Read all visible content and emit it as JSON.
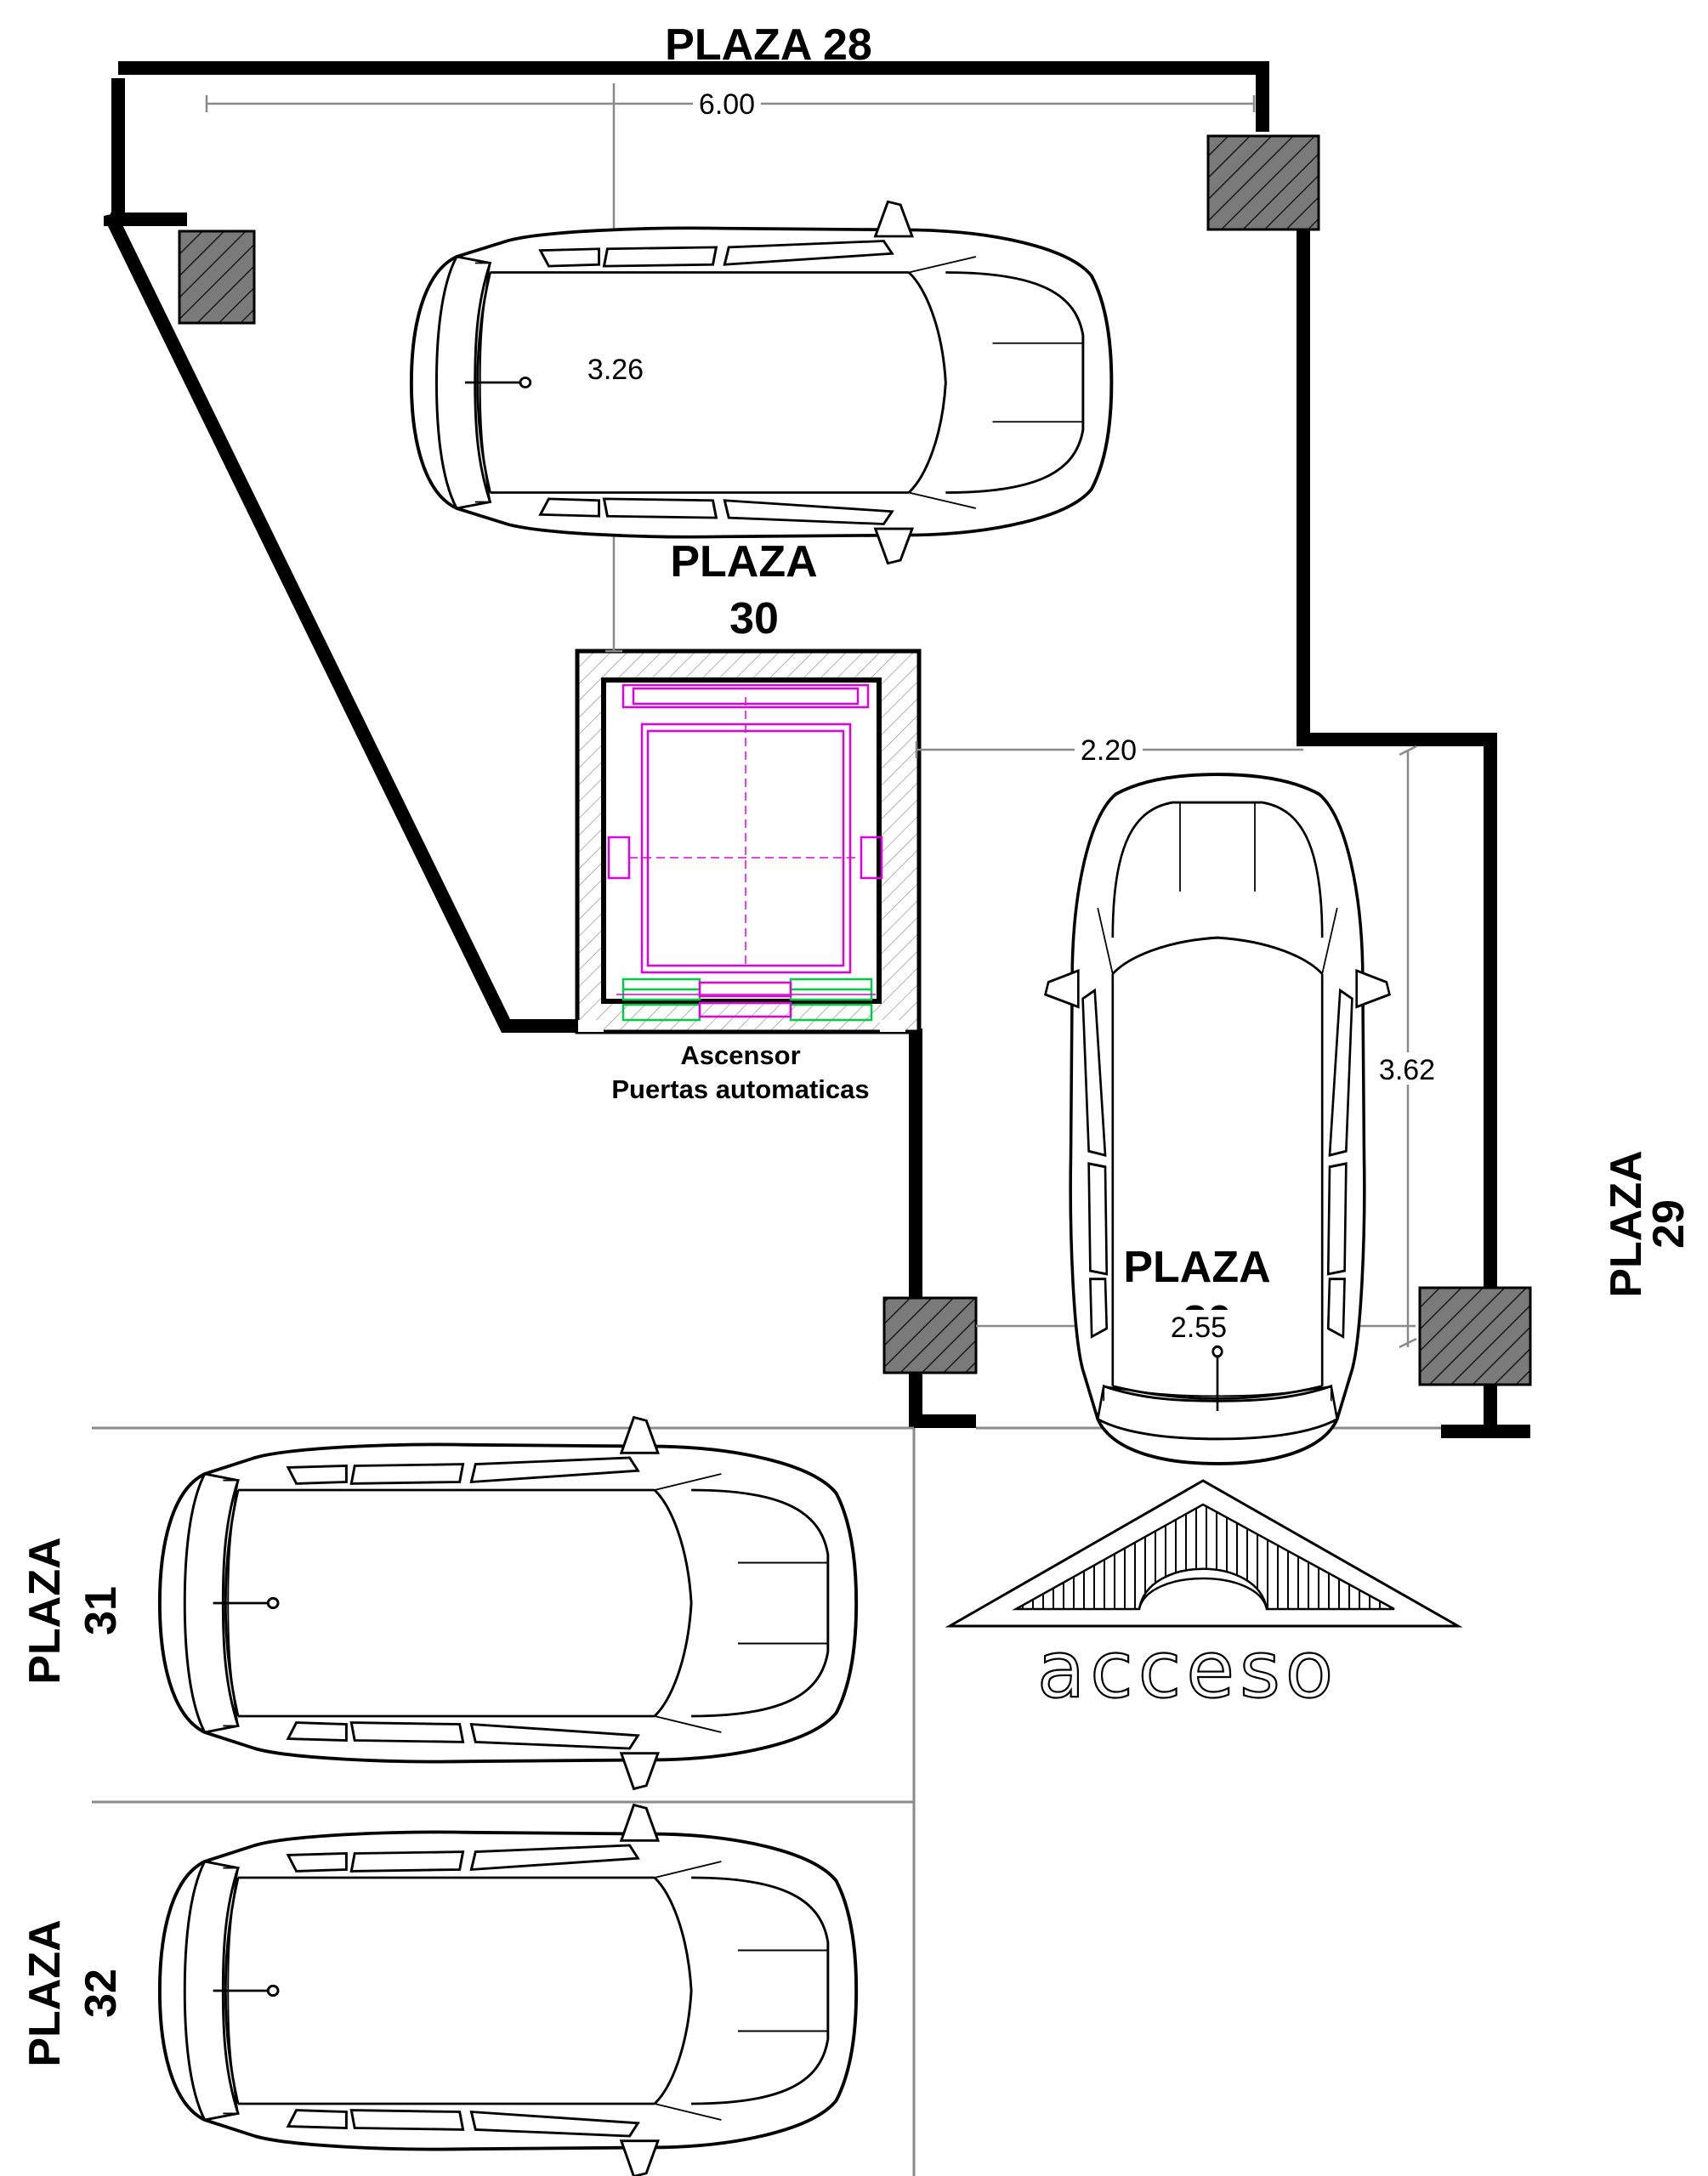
{
  "labels": {
    "plaza_28": "PLAZA  28",
    "plaza_30_top_line1": "PLAZA",
    "plaza_30_top_line2": "30",
    "plaza_30_car_line1": "PLAZA",
    "plaza_30_car_line2": "30",
    "plaza_29_line1": "PLAZA",
    "plaza_29_line2": "29",
    "plaza_31_line1": "PLAZA",
    "plaza_31_line2": "31",
    "plaza_32_line1": "PLAZA",
    "plaza_32_line2": "32",
    "elevator_line1": "Ascensor",
    "elevator_line2": "Puertas automaticas",
    "access": "acceso"
  },
  "dimensions": {
    "top_width": "6.00",
    "depth_left": "3.26",
    "gap_width": "2.20",
    "depth_right": "3.62",
    "bottom_width": "2.55"
  },
  "colors": {
    "wall": "#000000",
    "column_fill": "#7a7a7a",
    "elevator_cabin": "#e000e0",
    "elevator_doors": "#00cc44",
    "dimension_line": "#8a8a8a"
  }
}
